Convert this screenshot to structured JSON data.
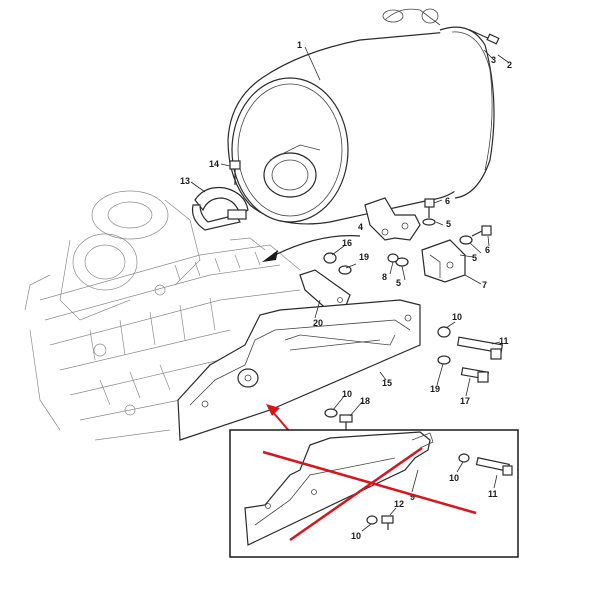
{
  "callouts": {
    "c1": "1",
    "c2": "2",
    "c3": "3",
    "c4": "4",
    "c5a": "5",
    "c5b": "5",
    "c5c": "5",
    "c6a": "6",
    "c6b": "6",
    "c7": "7",
    "c8": "8",
    "c10a": "10",
    "c10b": "10",
    "c11": "11",
    "c13": "13",
    "c14": "14",
    "c15": "15",
    "c16": "16",
    "c17": "17",
    "c18": "18",
    "c19a": "19",
    "c19b": "19",
    "c20": "20"
  },
  "inset_callouts": {
    "c9": "9",
    "c10a": "10",
    "c10b": "10",
    "c11": "11",
    "c12": "12"
  },
  "colors": {
    "line": "#2a2a2a",
    "cross_out": "#d9141c",
    "arrow": "#d9141c",
    "leader_arrow": "#1a1a1a"
  }
}
